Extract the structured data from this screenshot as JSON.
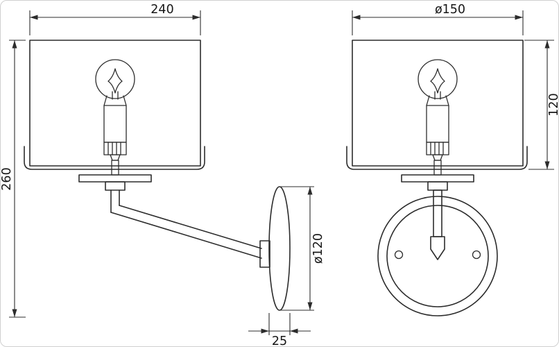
{
  "drawing": {
    "background_color": "#ffffff",
    "line_color": "#2c2c2c",
    "views": {
      "side_view": {
        "dimensions": {
          "width": "240",
          "height": "260",
          "backplate_diameter": "ø120",
          "backplate_depth": "25"
        }
      },
      "front_view": {
        "dimensions": {
          "shade_diameter": "ø150",
          "shade_height": "120"
        }
      }
    }
  }
}
